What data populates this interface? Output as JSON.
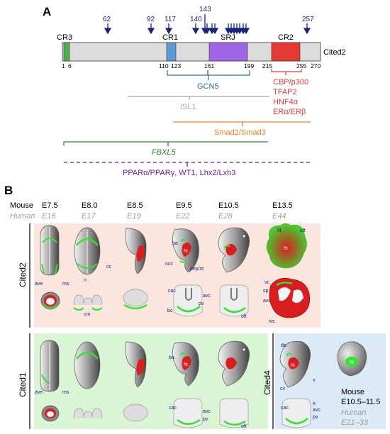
{
  "panel_a": {
    "letter": "A",
    "protein_name": "Cited2",
    "domains": {
      "cr3": "CR3",
      "cr1": "CR1",
      "srj": "SRJ",
      "cr2": "CR2"
    },
    "position_ticks": [
      "1",
      "6",
      "110",
      "123",
      "161",
      "199",
      "215",
      "255",
      "270"
    ],
    "mutation_labels": [
      "62",
      "92",
      "117",
      "140",
      "143",
      "257"
    ],
    "partners": {
      "gcn5": "GCN5",
      "cbp_lines": [
        "CBP/p300",
        "TFAP2",
        "HNF4α",
        "ERα/ERβ"
      ],
      "isl1": "ISL1",
      "smad": "Smad2/Smad3",
      "fbxl5": "FBXL5",
      "ppar": "PPARα/PPARγ, WT1, Lhx2/Lxh3"
    },
    "colors": {
      "cr3": "#4caf50",
      "cr1": "#5b9bd5",
      "srj": "#a066e6",
      "cr2": "#e53935",
      "gcn5": "#2f6ea5",
      "isl1": "#a8a8a8",
      "smad": "#f08020",
      "fbxl5": "#2e7d32",
      "ppar": "#6a1b9a",
      "arrows": "#1a237e"
    }
  },
  "panel_b": {
    "letter": "B",
    "species": {
      "mouse": "Mouse",
      "human": "Human"
    },
    "mouse_stages": [
      "E7.5",
      "E8.0",
      "E8.5",
      "E9.5",
      "E10.5",
      "E13.5"
    ],
    "human_stages": [
      "E16",
      "E17",
      "E19",
      "E22",
      "E28",
      "E44"
    ],
    "rows": {
      "cited2": "Cited2",
      "cited1": "Cited1",
      "cited4": "Cited4"
    },
    "cited4_note": {
      "mouse": "Mouse",
      "mouse_stage": "E10.5–11.5",
      "human": "Human",
      "human_stage": "E21–33"
    },
    "labels_cited2": [
      "ave",
      "ms",
      "cc",
      "n",
      "cm",
      "ba",
      "ht",
      "ncc",
      "pep/st",
      "cac",
      "avc",
      "bc",
      "pv",
      "oft",
      "ift",
      "oft",
      "ht",
      "vc",
      "sp",
      "avc",
      "ivs"
    ],
    "labels_cited1": [
      "ave",
      "ms",
      "ba",
      "ht",
      "cac",
      "avc",
      "pv",
      "oft"
    ],
    "labels_cited4": [
      "da",
      "ht",
      "cv",
      "v",
      "ht",
      "cac",
      "e",
      "avc",
      "pv"
    ],
    "colors": {
      "cited2_bg": "#fbe5dc",
      "cited1_bg": "#d9f5d3",
      "cited4_bg": "#dce9f7",
      "expr": "#32e432",
      "heart": "#d81e1e"
    }
  }
}
